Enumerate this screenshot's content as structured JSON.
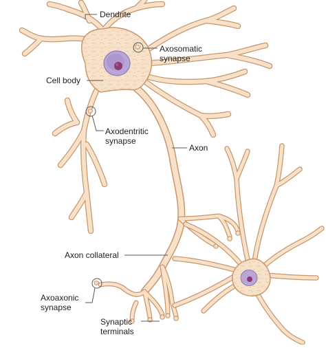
{
  "diagram": {
    "labels": {
      "dendrite": "Dendrite",
      "axosomatic": [
        "Axosomatic",
        "synapse"
      ],
      "cell_body": "Cell body",
      "axodentritic": [
        "Axodentritic",
        "synapse"
      ],
      "axon": "Axon",
      "axon_collateral": "Axon collateral",
      "axoaxonic": [
        "Axoaxonic",
        "synapse"
      ],
      "synaptic_terminals": [
        "Synaptic",
        "terminals"
      ]
    },
    "colors": {
      "neuron_fill": "#f7e2c9",
      "neuron_outline": "#c9956a",
      "nucleus": "#b9a6d6",
      "nucleolus": "#8a3a74",
      "leader_line": "#555555"
    }
  }
}
